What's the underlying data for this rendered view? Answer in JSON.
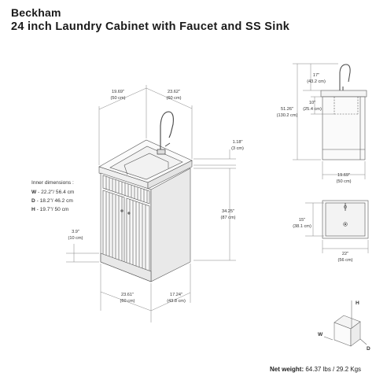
{
  "header": {
    "brand": "Beckham",
    "title": "24 inch Laundry Cabinet with Faucet and SS Sink"
  },
  "main_view": {
    "top_width_left": "19.69\"",
    "top_width_left_cm": "(50 cm)",
    "top_width_right": "23.62\"",
    "top_width_right_cm": "(60 cm)",
    "sink_lip": "1.18\"",
    "sink_lip_cm": "(3 cm)",
    "cabinet_height": "34.25\"",
    "cabinet_height_cm": "(87 cm)",
    "toe_kick": "3.9\"",
    "toe_kick_cm": "(10 cm)",
    "bottom_width": "23.61\"",
    "bottom_width_cm": "(60 cm)",
    "bottom_depth": "17.24\"",
    "bottom_depth_cm": "(43.8 cm)"
  },
  "inner_dimensions": {
    "heading": "Inner dimensions :",
    "rows": [
      {
        "key": "W",
        "value": " - 22.2\"/ 56.4 cm"
      },
      {
        "key": "D",
        "value": " - 18.2\"/ 46.2 cm"
      },
      {
        "key": "H",
        "value": " - 19.7\"/ 50 cm"
      }
    ]
  },
  "side_view": {
    "faucet_height": "17\"",
    "faucet_height_cm": "(43.2 cm)",
    "total_height": "51.26\"",
    "total_height_cm": "(130.2 cm)",
    "sink_depth": "10\"",
    "sink_depth_cm": "(25.4 cm)",
    "depth": "19.69\"",
    "depth_cm": "(50 cm)"
  },
  "top_view": {
    "depth": "15\"",
    "depth_cm": "(38.1 cm)",
    "width": "22\"",
    "width_cm": "(56 cm)"
  },
  "axis_legend": {
    "h": "H",
    "w": "W",
    "d": "D"
  },
  "footer": {
    "weight_label": "Net weight:",
    "weight_value": "64.37 lbs / 29.2 Kgs"
  }
}
